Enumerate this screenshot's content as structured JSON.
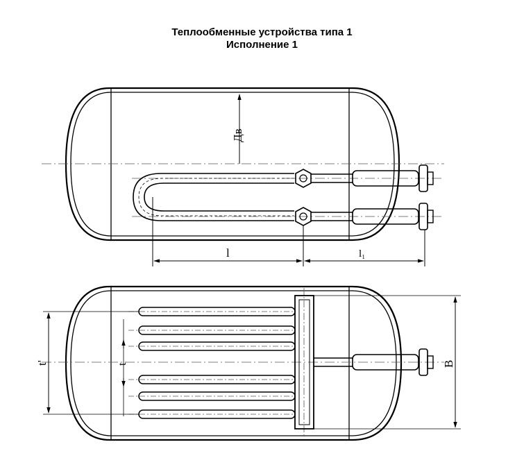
{
  "title": {
    "line1": "Теплообменные устройства типа 1",
    "line2": "Исполнение 1"
  },
  "labels": {
    "diameter": "Дв",
    "length": "l",
    "length_out": "l₁",
    "pitch": "t",
    "pitch_total": "t'",
    "width": "B"
  },
  "colors": {
    "line": "#000000",
    "axis": "#555555"
  }
}
